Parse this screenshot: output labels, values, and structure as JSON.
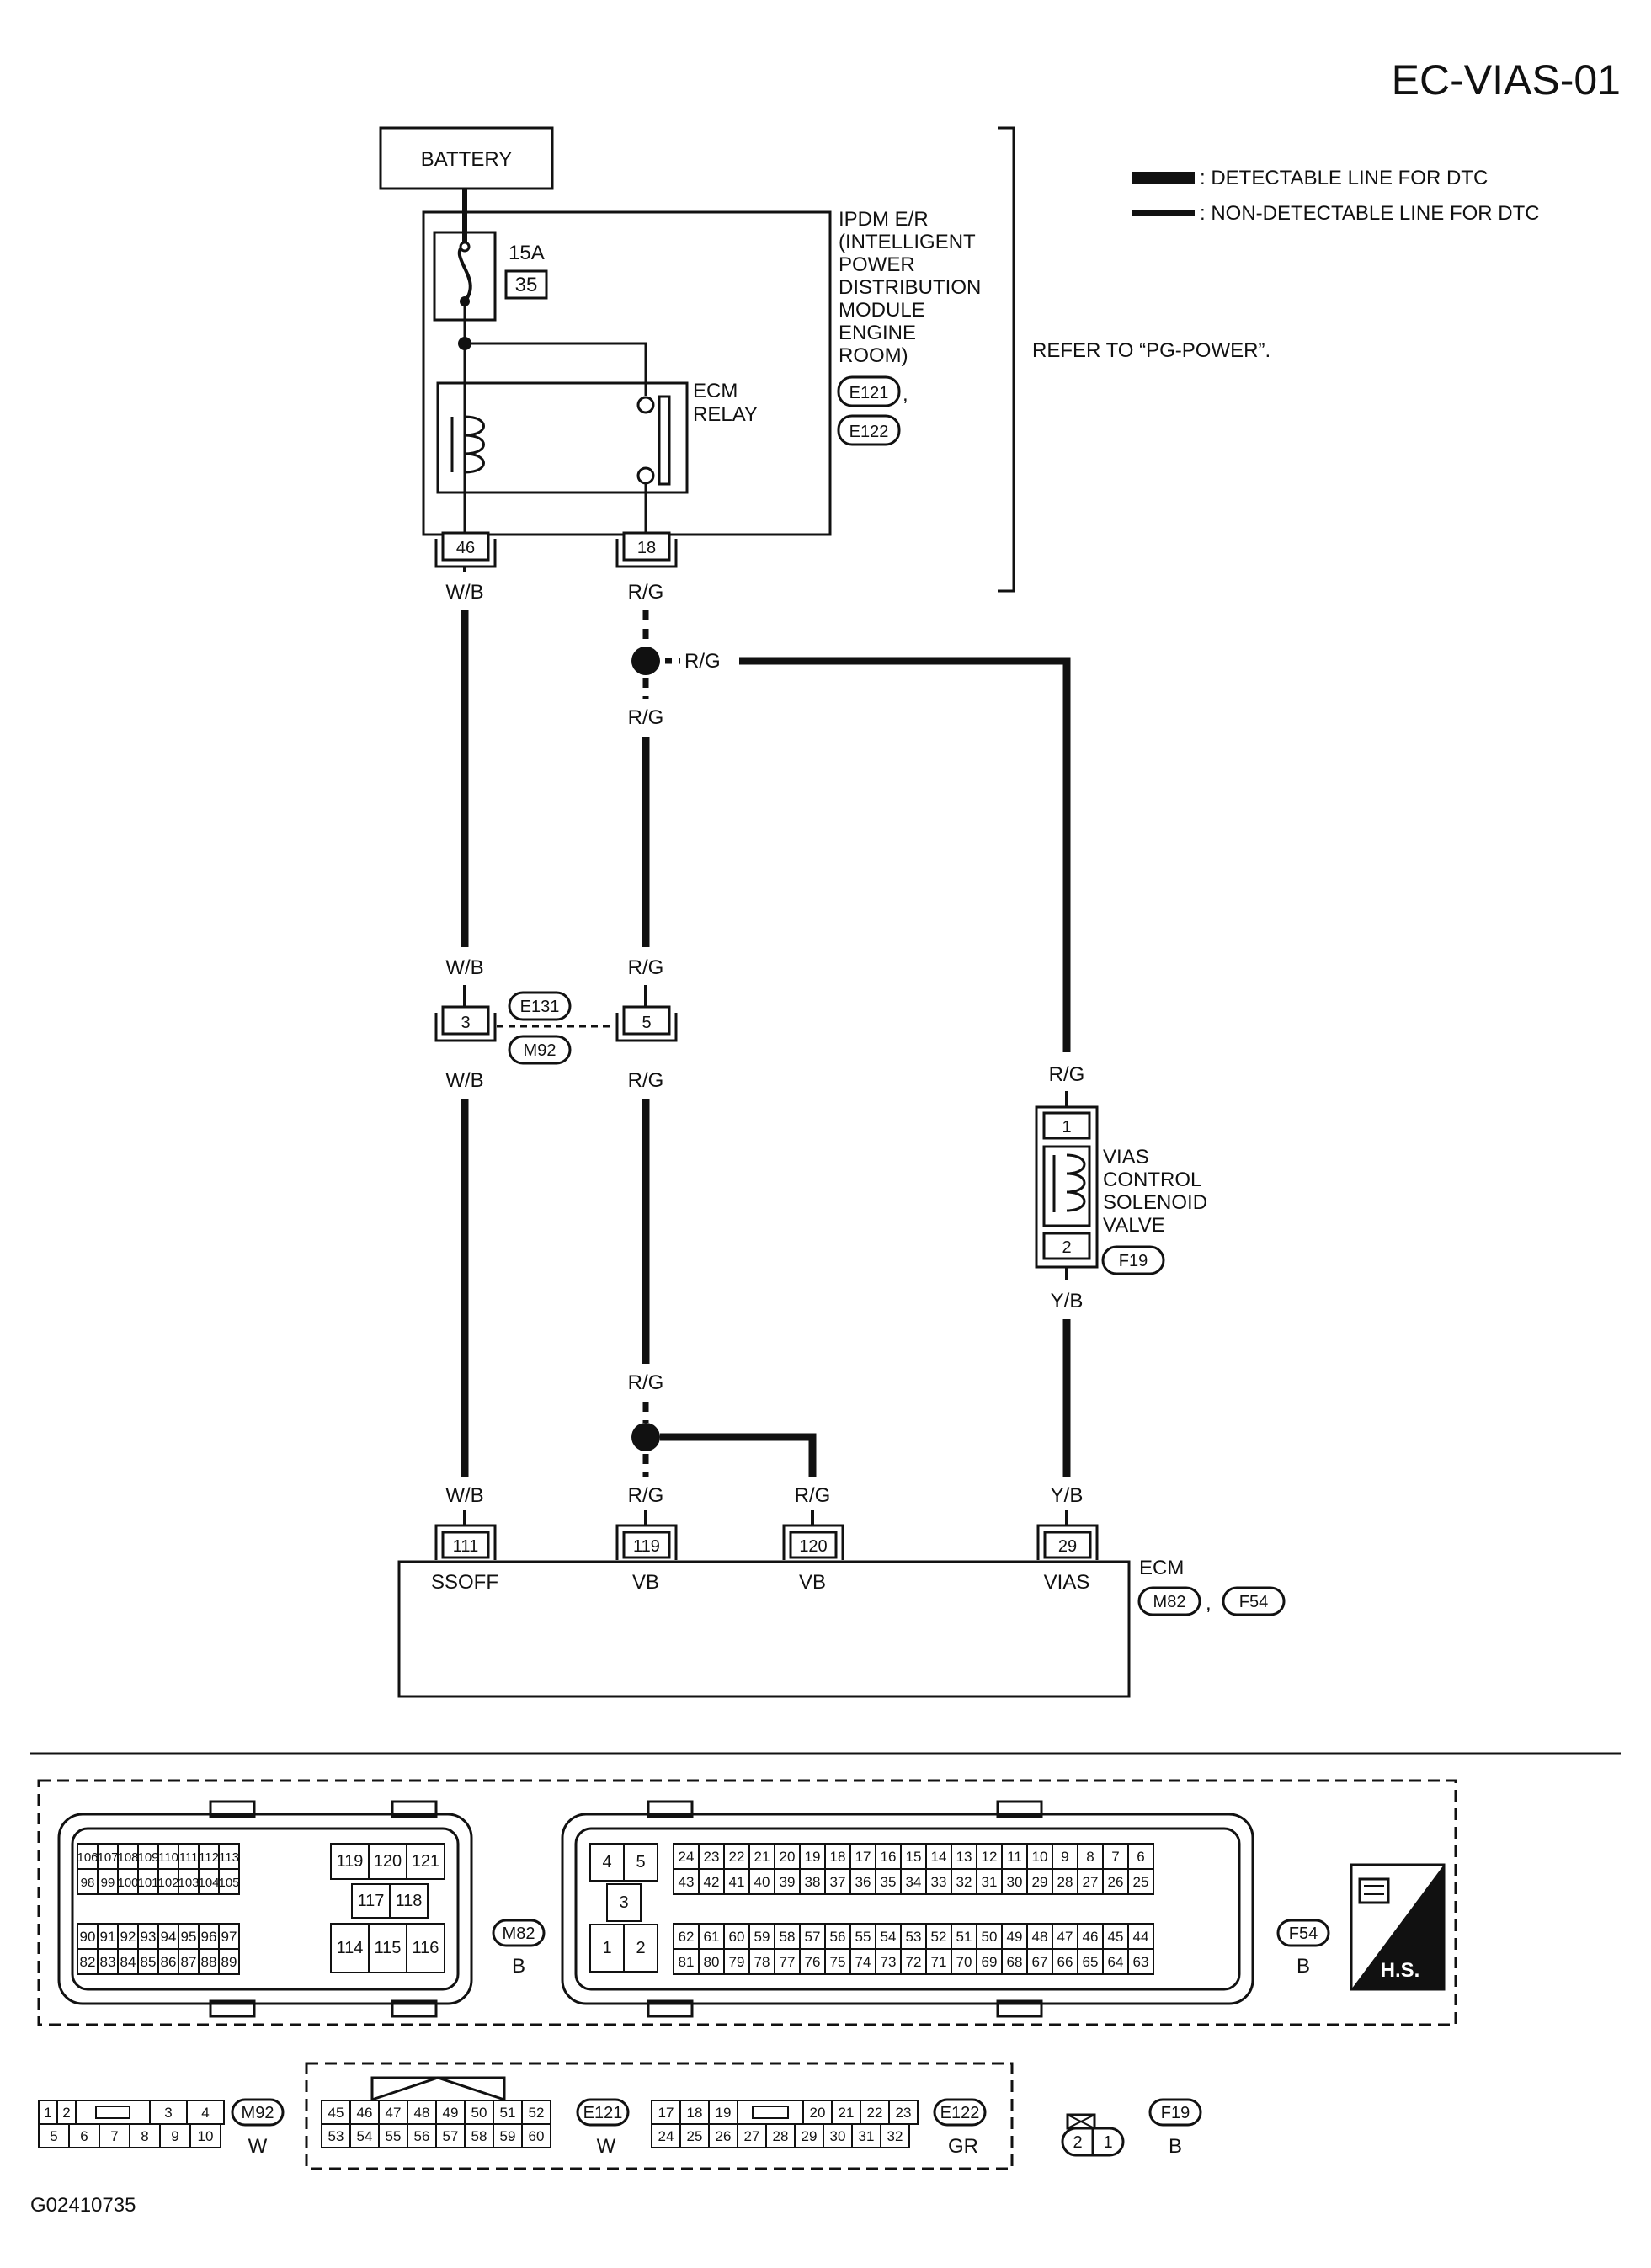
{
  "title": "EC-VIAS-01",
  "legend": {
    "detectable": ": DETECTABLE LINE FOR DTC",
    "nondetectable": ": NON-DETECTABLE LINE FOR DTC"
  },
  "battery": "BATTERY",
  "fuse": {
    "rating": "15A",
    "number": "35"
  },
  "ipdm": {
    "lines": [
      "IPDM E/R",
      "(INTELLIGENT",
      "POWER",
      "DISTRIBUTION",
      "MODULE",
      "ENGINE",
      "ROOM)"
    ],
    "connectors": [
      "E121",
      "E122"
    ],
    "pins": [
      "46",
      "18"
    ]
  },
  "ecm_relay": [
    "ECM",
    "RELAY"
  ],
  "refer_note": "REFER TO “PG-POWER”.",
  "wires": {
    "wb": "W/B",
    "rg": "R/G",
    "yb": "Y/B"
  },
  "joint": {
    "pins": [
      "3",
      "5"
    ],
    "connectors": [
      "E131",
      "M92"
    ]
  },
  "vias_valve": {
    "lines": [
      "VIAS",
      "CONTROL",
      "SOLENOID",
      "VALVE"
    ],
    "pins": [
      "1",
      "2"
    ],
    "connector": "F19"
  },
  "ecm": {
    "label": "ECM",
    "connectors": [
      "M82",
      "F54"
    ],
    "pins": [
      "111",
      "119",
      "120",
      "29"
    ],
    "terminals": [
      "SSOFF",
      "VB",
      "VB",
      "VIAS"
    ]
  },
  "connector_views": {
    "m82": {
      "id": "M82",
      "color": "B",
      "rows": [
        [
          "106",
          "107",
          "108",
          "109",
          "110",
          "111",
          "112",
          "113"
        ],
        [
          "98",
          "99",
          "100",
          "101",
          "102",
          "103",
          "104",
          "105"
        ],
        [
          "90",
          "91",
          "92",
          "93",
          "94",
          "95",
          "96",
          "97"
        ],
        [
          "82",
          "83",
          "84",
          "85",
          "86",
          "87",
          "88",
          "89"
        ]
      ],
      "mid_top": [
        "119",
        "120",
        "121"
      ],
      "mid_mid": [
        "117",
        "118"
      ],
      "mid_bot": [
        "114",
        "115",
        "116"
      ]
    },
    "f54": {
      "id": "F54",
      "color": "B",
      "left_top": [
        "4",
        "5"
      ],
      "left_mid": [
        "3"
      ],
      "left_bot": [
        "1",
        "2"
      ],
      "rows": [
        [
          "24",
          "23",
          "22",
          "21",
          "20",
          "19",
          "18",
          "17",
          "16",
          "15",
          "14",
          "13",
          "12",
          "11",
          "10",
          "9",
          "8",
          "7",
          "6"
        ],
        [
          "43",
          "42",
          "41",
          "40",
          "39",
          "38",
          "37",
          "36",
          "35",
          "34",
          "33",
          "32",
          "31",
          "30",
          "29",
          "28",
          "27",
          "26",
          "25"
        ],
        [
          "62",
          "61",
          "60",
          "59",
          "58",
          "57",
          "56",
          "55",
          "54",
          "53",
          "52",
          "51",
          "50",
          "49",
          "48",
          "47",
          "46",
          "45",
          "44"
        ],
        [
          "81",
          "80",
          "79",
          "78",
          "77",
          "76",
          "75",
          "74",
          "73",
          "72",
          "71",
          "70",
          "69",
          "68",
          "67",
          "66",
          "65",
          "64",
          "63"
        ]
      ]
    },
    "m92": {
      "id": "M92",
      "color": "W",
      "top_left": [
        "1",
        "2"
      ],
      "top_right": [
        "3",
        "4"
      ],
      "bottom": [
        "5",
        "6",
        "7",
        "8",
        "9",
        "10"
      ]
    },
    "e121": {
      "id": "E121",
      "color": "W",
      "top": [
        "45",
        "46",
        "47",
        "48",
        "49",
        "50",
        "51",
        "52"
      ],
      "bottom": [
        "53",
        "54",
        "55",
        "56",
        "57",
        "58",
        "59",
        "60"
      ]
    },
    "e122": {
      "id": "E122",
      "color": "GR",
      "top_left": [
        "17",
        "18",
        "19"
      ],
      "top_right": [
        "20",
        "21",
        "22",
        "23"
      ],
      "bottom": [
        "24",
        "25",
        "26",
        "27",
        "28",
        "29",
        "30",
        "31",
        "32"
      ]
    },
    "f19": {
      "id": "F19",
      "color": "B",
      "pins": [
        "2",
        "1"
      ]
    }
  },
  "hs_badge": "H.S.",
  "figure_code": "G02410735"
}
